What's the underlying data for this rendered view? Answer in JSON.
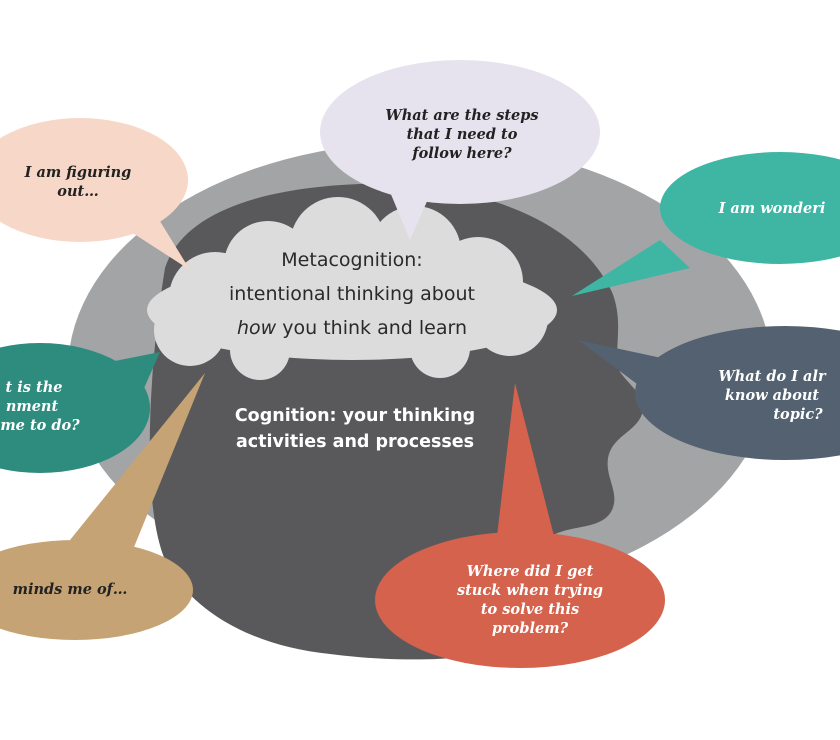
{
  "colors": {
    "outer_ring": "#a3a4a6",
    "head": "#59595b",
    "cloud": "#dcdcdd",
    "peach": "#f7d8c8",
    "lavender": "#e7e3ee",
    "teal": "#3fb5a4",
    "dark_teal": "#2e8c7f",
    "slate": "#536170",
    "red": "#d4624d",
    "tan": "#c6a374"
  },
  "center": {
    "metacognition_lines": [
      "Metacognition:",
      "intentional thinking about",
      "how",
      " you think and learn"
    ],
    "cognition_lines": [
      "Cognition: your thinking",
      "activities and processes"
    ]
  },
  "bubbles": {
    "steps": [
      "What are the steps",
      "that I need to",
      "follow here?"
    ],
    "figuring": [
      "I am figuring",
      "out…"
    ],
    "wondering": [
      "I am wonderi"
    ],
    "know": [
      "What do I alr",
      "know about",
      "topic?"
    ],
    "assignment": [
      "t is the",
      "nment",
      "me to do?"
    ],
    "reminds": [
      "minds me of…"
    ],
    "stuck": [
      "Where did I get",
      "stuck when trying",
      "to solve this",
      "problem?"
    ]
  }
}
